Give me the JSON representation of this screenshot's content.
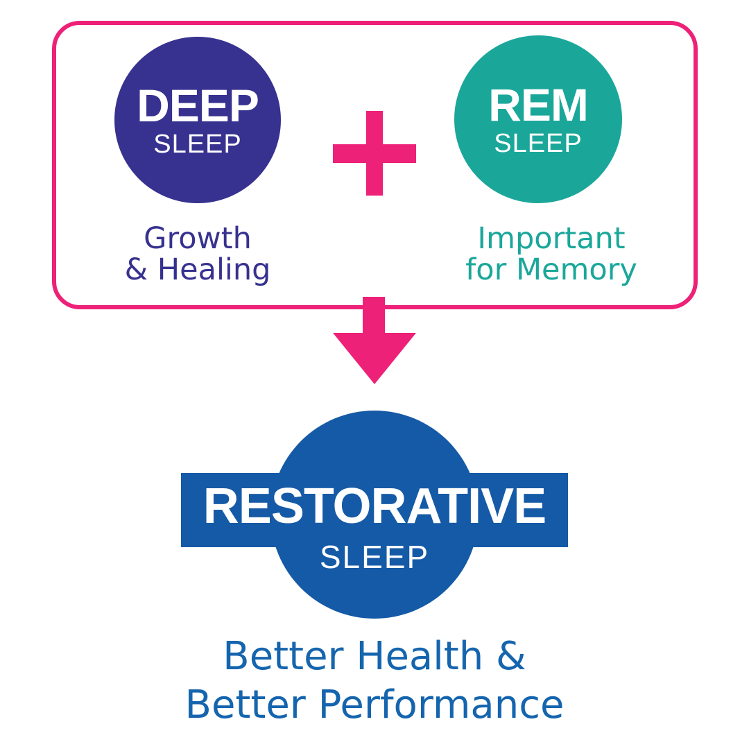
{
  "palette": {
    "pink": "#ed2178",
    "indigo": "#37318f",
    "teal": "#1aa79a",
    "blue": "#155aa6",
    "caption_blue": "#1565ae",
    "white": "#ffffff"
  },
  "top_box": {
    "deep": {
      "title": "DEEP",
      "subtitle": "SLEEP",
      "caption": "Growth\n& Healing"
    },
    "rem": {
      "title": "REM",
      "subtitle": "SLEEP",
      "caption": "Important\nfor Memory"
    },
    "operator_icon": "plus-icon"
  },
  "flow": {
    "arrow_icon": "down-arrow-icon"
  },
  "result": {
    "title": "RESTORATIVE",
    "subtitle": "SLEEP",
    "caption": "Better Health &\nBetter Performance"
  }
}
